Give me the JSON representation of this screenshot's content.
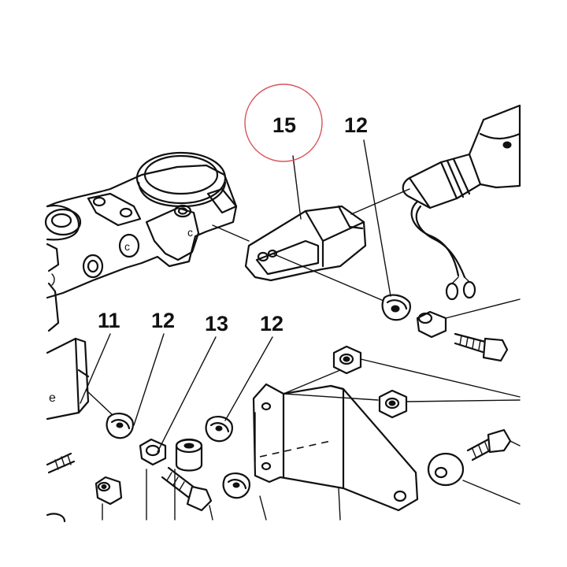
{
  "diagram": {
    "callouts": [
      {
        "id": "c15",
        "label": "15",
        "highlighted": true
      },
      {
        "id": "c12a",
        "label": "12",
        "highlighted": false
      },
      {
        "id": "c11",
        "label": "11",
        "highlighted": false
      },
      {
        "id": "c12b",
        "label": "12",
        "highlighted": false
      },
      {
        "id": "c13",
        "label": "13",
        "highlighted": false
      },
      {
        "id": "c12c",
        "label": "12",
        "highlighted": false
      }
    ],
    "highlight_color": "#d9545a",
    "line_color": "#111111"
  }
}
